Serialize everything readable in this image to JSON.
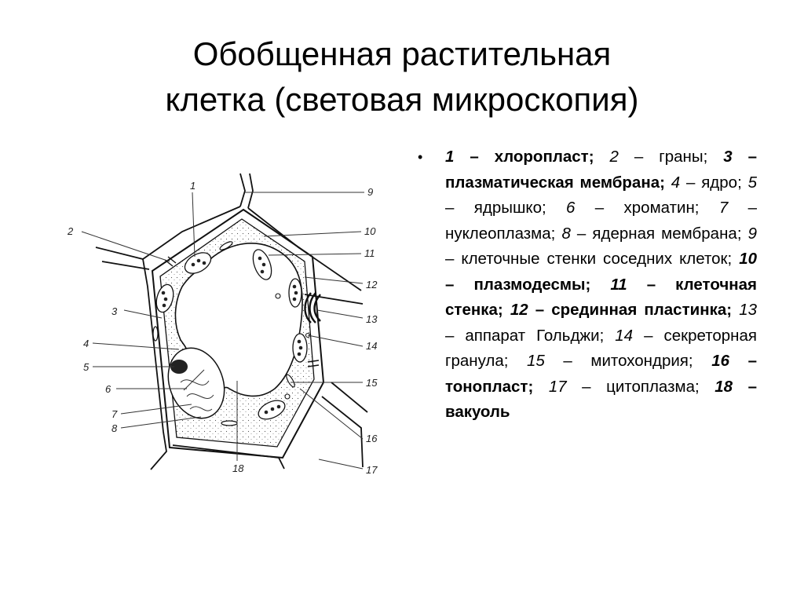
{
  "slide": {
    "title_line1": "Обобщенная растительная",
    "title_line2": "клетка (световая микроскопия)"
  },
  "figure": {
    "labels": [
      "1",
      "2",
      "3",
      "4",
      "5",
      "6",
      "7",
      "8",
      "9",
      "10",
      "11",
      "12",
      "13",
      "14",
      "15",
      "16",
      "17",
      "18"
    ]
  },
  "legend": {
    "bullet": "•",
    "items": [
      {
        "num": "1",
        "dash": " – ",
        "name": "хлоропласт",
        "bold": true,
        "sep": "; "
      },
      {
        "num": "2",
        "dash": " – ",
        "name": "граны",
        "bold": false,
        "sep": "; "
      },
      {
        "num": "3",
        "dash": " – ",
        "name": "плазматическая мембрана",
        "bold": true,
        "sep": "; "
      },
      {
        "num": "4",
        "dash": " – ",
        "name": "ядро",
        "bold": false,
        "sep": "; "
      },
      {
        "num": "5",
        "dash": " – ",
        "name": "ядрышко",
        "bold": false,
        "sep": "; "
      },
      {
        "num": "6",
        "dash": " – ",
        "name": "хроматин",
        "bold": false,
        "sep": "; "
      },
      {
        "num": "7",
        "dash": " – ",
        "name": "нуклеоплазма",
        "bold": false,
        "sep": "; "
      },
      {
        "num": "8",
        "dash": " – ",
        "name": "ядерная мембрана",
        "bold": false,
        "sep": "; "
      },
      {
        "num": "9",
        "dash": " – ",
        "name": "клеточные стенки соседних клеток",
        "bold": false,
        "sep": "; "
      },
      {
        "num": "10",
        "dash": " – ",
        "name": "плазмодесмы",
        "bold": true,
        "sep": "; "
      },
      {
        "num": "11",
        "dash": " – ",
        "name": "клеточная стенка",
        "bold": true,
        "sep": "; "
      },
      {
        "num": "12",
        "dash": " – ",
        "name": "срединная пластинка",
        "bold": true,
        "sep": "; "
      },
      {
        "num": "13",
        "dash": " – ",
        "name": "аппарат Гольджи",
        "bold": false,
        "sep": "; "
      },
      {
        "num": "14",
        "dash": " – ",
        "name": "секреторная гранула",
        "bold": false,
        "sep": "; "
      },
      {
        "num": "15",
        "dash": " – ",
        "name": "митохондрия",
        "bold": false,
        "sep": "; "
      },
      {
        "num": "16",
        "dash": " – ",
        "name": "тонопласт",
        "bold": true,
        "sep": "; "
      },
      {
        "num": "17",
        "dash": " – ",
        "name": "цитоплазма",
        "bold": false,
        "sep": "; "
      },
      {
        "num": "18",
        "dash": " – ",
        "name": "вакуоль",
        "bold": true,
        "sep": ""
      }
    ]
  }
}
